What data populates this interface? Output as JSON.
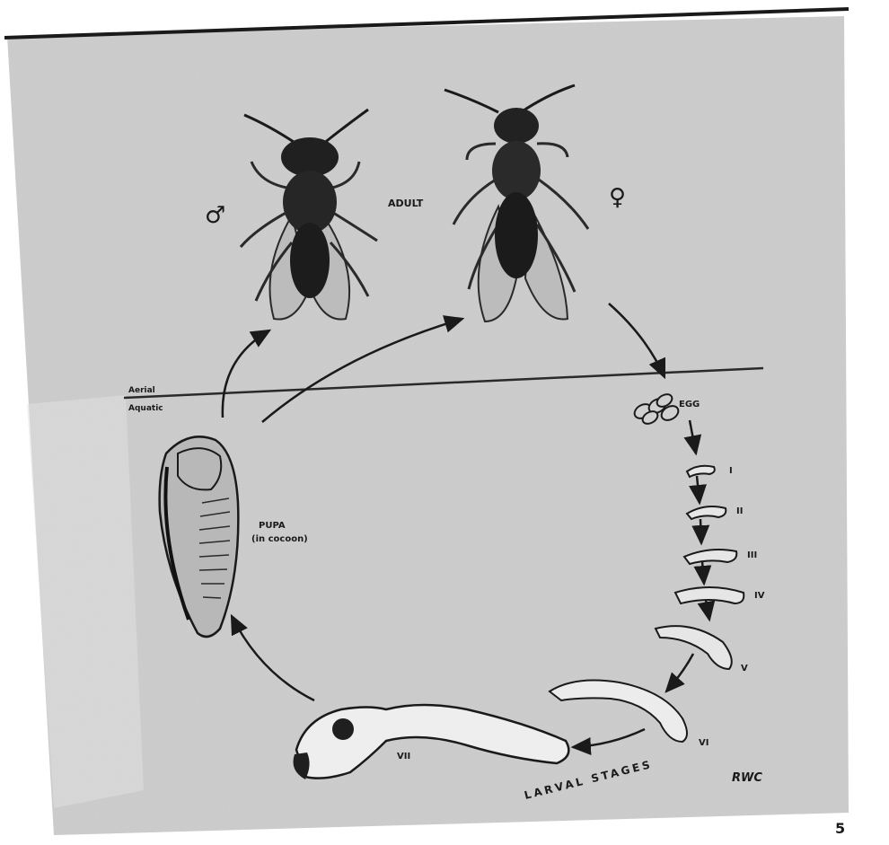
{
  "labels": {
    "adult": "ADULT",
    "male_symbol": "♂",
    "female_symbol": "♀",
    "boundary_above": "Aerial",
    "boundary_below": "Aquatic",
    "egg": "EGG",
    "pupa_line1": "PUPA",
    "pupa_line2": "(in cocoon)",
    "instar_1": "I",
    "instar_2": "II",
    "instar_3": "III",
    "instar_4": "IV",
    "instar_5": "V",
    "instar_6": "VI",
    "instar_7": "VII",
    "larval_stages": "LARVAL STAGES",
    "signature": "RWC",
    "page_number": "5"
  },
  "icons": {
    "male": "male-symbol-icon",
    "female": "female-symbol-icon"
  },
  "colors": {
    "paper": "#cfcfcf",
    "ink": "#1a1a1a",
    "body_dark": "#202020"
  }
}
